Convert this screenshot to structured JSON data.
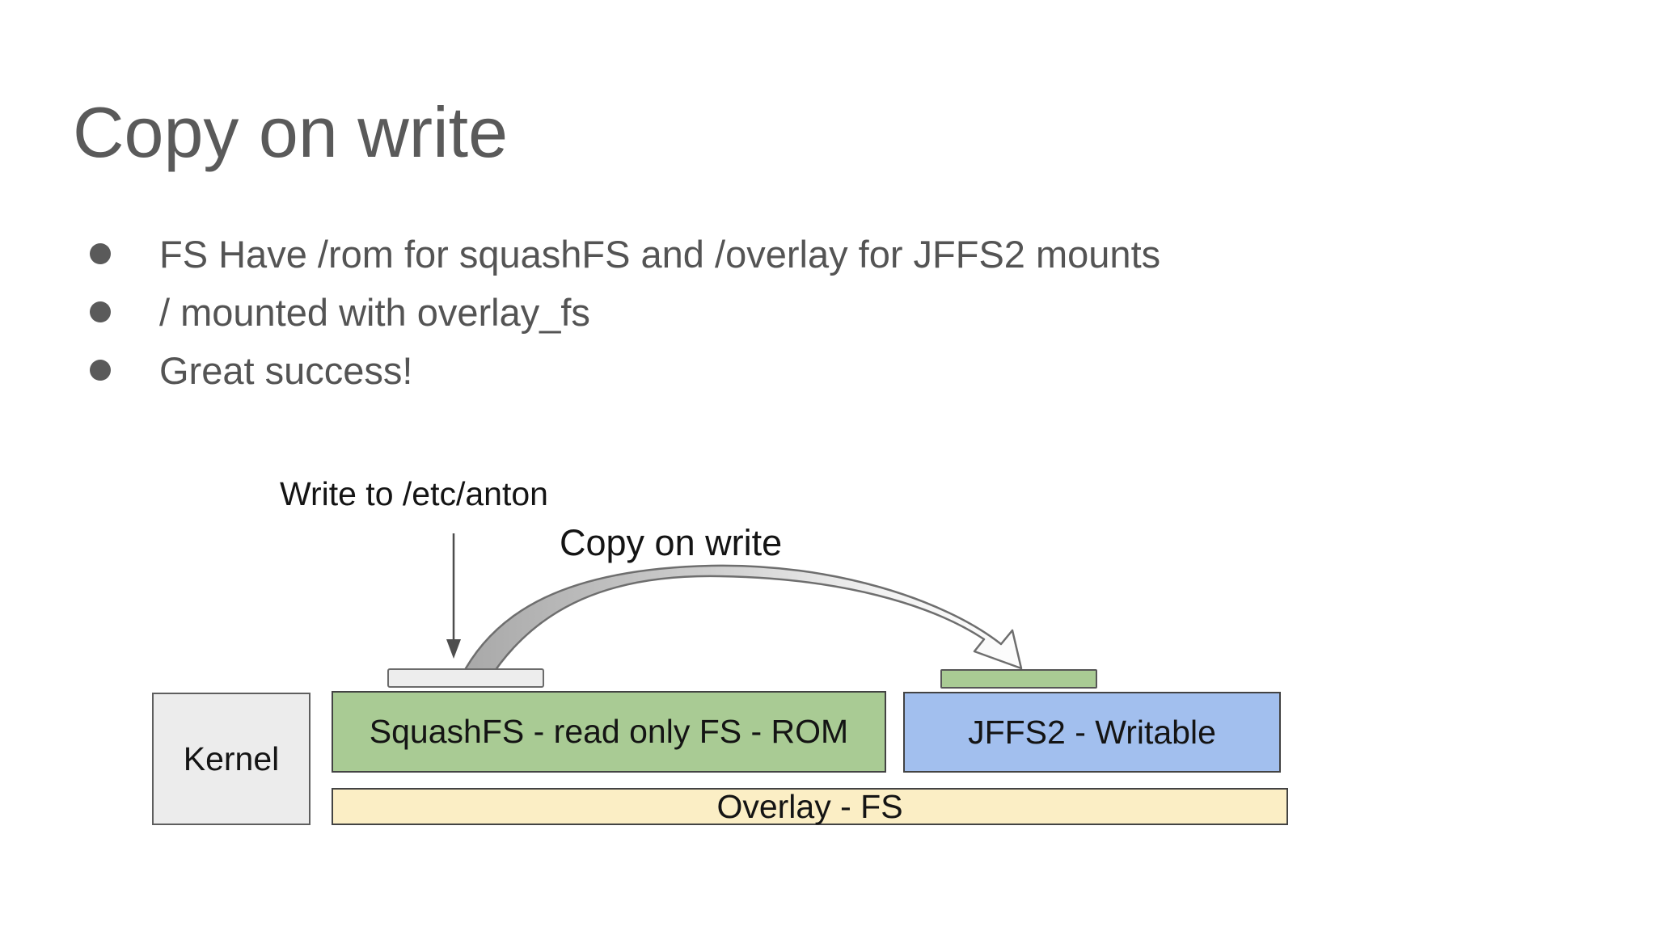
{
  "slide": {
    "title": "Copy on write",
    "bullets": [
      "FS Have /rom for squashFS and /overlay for JFFS2 mounts",
      "/ mounted with overlay_fs",
      "Great success!"
    ],
    "diagram": {
      "write_annotation": "Write to /etc/anton",
      "cow_annotation": "Copy on write",
      "kernel_label": "Kernel",
      "squashfs_label": "SquashFS - read only FS - ROM",
      "jffs2_label": "JFFS2 - Writable",
      "overlay_label": "Overlay - FS",
      "colors": {
        "title_text": "#5a5a5a",
        "bullet_text": "#545454",
        "diagram_text": "#141414",
        "squashfs_fill": "#a9cb94",
        "jffs2_fill": "#a2bfee",
        "overlay_fill": "#fbeec5",
        "kernel_fill": "#ececec",
        "rom_file_fill": "#ededed",
        "copy_file_fill": "#a9cb94",
        "box_border": "#434343",
        "arrow_outline": "#6e6e6e",
        "arrow_tail_gray": "#a8a8a8"
      }
    }
  }
}
